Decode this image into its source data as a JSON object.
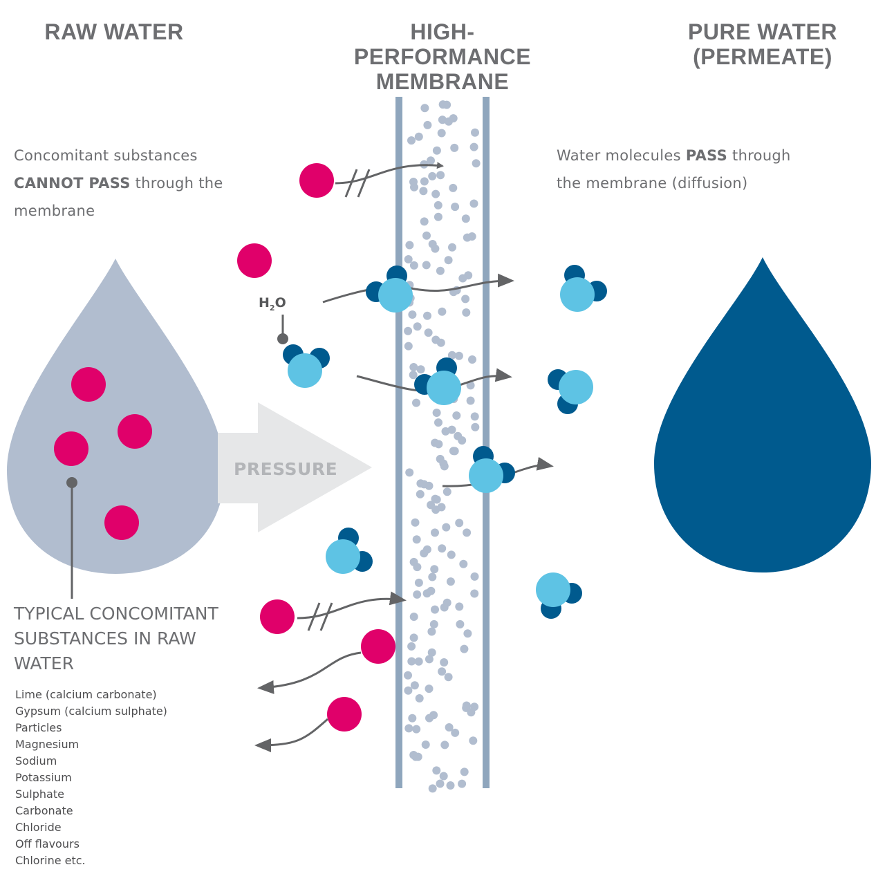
{
  "headings": {
    "raw_water": "RAW WATER",
    "membrane": [
      "HIGH-",
      "PERFORMANCE",
      "MEMBRANE"
    ],
    "pure_water": [
      "PURE WATER",
      "(PERMEATE)"
    ]
  },
  "left_text": {
    "line1": "Concomitant substances",
    "line2_bold": "CANNOT PASS",
    "line2_rest": " through the",
    "line3": "membrane"
  },
  "right_text": {
    "line1_start": "Water molecules ",
    "line1_bold": "PASS",
    "line1_end": " through",
    "line2": "the membrane (diffusion)"
  },
  "pressure_label": "PRESSURE",
  "h2o_label": {
    "h": "H",
    "sub": "2",
    "o": "O"
  },
  "substances_title": [
    "TYPICAL CONCOMITANT",
    "SUBSTANCES IN RAW",
    "WATER"
  ],
  "substances": [
    "Lime (calcium carbonate)",
    "Gypsum (calcium sulphate)",
    "Particles",
    "Magnesium",
    "Sodium",
    "Potassium",
    "Sulphate",
    "Carbonate",
    "Chloride",
    "Off flavours",
    "Chlorine etc."
  ],
  "colors": {
    "heading": "#6d6e71",
    "raw_drop": "#b1bdcf",
    "pure_drop": "#005a8e",
    "impurity": "#e0006a",
    "oxygen": "#5ec3e4",
    "hydrogen": "#005a8e",
    "membrane": "#8fa6bd",
    "pores": "#b1bdcf",
    "arrow": "#636466",
    "pressure_arrow": "#e6e7e8"
  }
}
